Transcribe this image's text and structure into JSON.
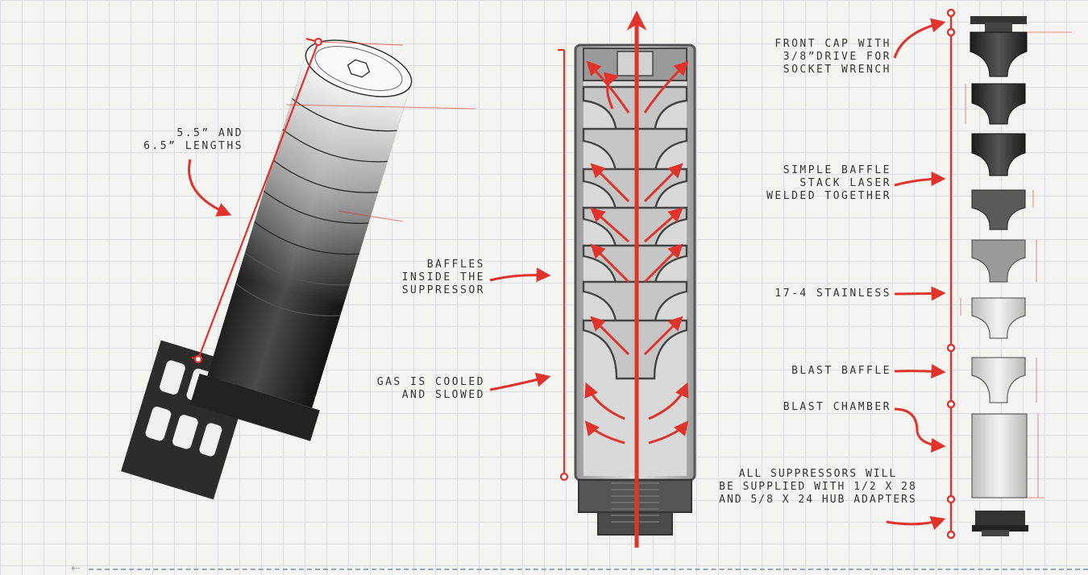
{
  "labels": {
    "lengths": "5.5” AND\n6.5” LENGTHS",
    "baffles_inside": "BAFFLES\nINSIDE THE\nSUPPRESSOR",
    "gas_cooled": "GAS IS COOLED\nAND SLOWED",
    "front_cap": "FRONT CAP WITH\n3/8”DRIVE FOR\nSOCKET WRENCH",
    "baffle_stack": "SIMPLE BAFFLE\nSTACK LASER\nWELDED TOGETHER",
    "stainless": "17-4 STAINLESS",
    "blast_baffle": "BLAST BAFFLE",
    "blast_chamber": "BLAST CHAMBER",
    "adapters": "ALL SUPPRESSORS WILL\nBE SUPPLIED WITH 1/2 X 28\nAND 5/8 X 24 HUB ADAPTERS"
  },
  "colors": {
    "accent": "#e0332c",
    "ink": "#333333",
    "metal_dark": "#2a2a2a",
    "metal_light": "#d8d8d8"
  }
}
